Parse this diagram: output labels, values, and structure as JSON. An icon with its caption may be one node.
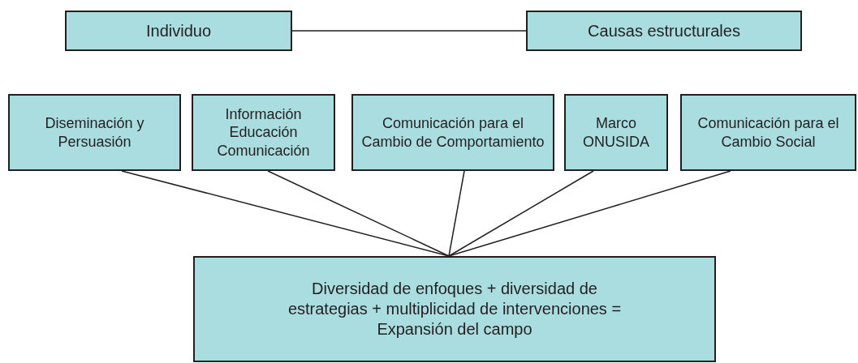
{
  "diagram": {
    "nodes": [
      {
        "text": [
          "Individuo"
        ]
      },
      {
        "text": [
          "Causas estructurales"
        ]
      },
      {
        "text": [
          "Diseminación y Persuasión"
        ]
      },
      {
        "text": [
          "Información Educación Comunicación"
        ]
      },
      {
        "text": [
          "Comunicación para el Cambio de Comportamiento"
        ]
      },
      {
        "text": [
          "Marco ONUSIDA"
        ]
      },
      {
        "text": [
          "Comunicación para el Cambio Social"
        ]
      },
      {
        "text": [
          "Diversidad de enfoques + diversidad de estrategias + multiplicidad de intervenciones = Expansión del campo"
        ]
      }
    ],
    "edges": [
      {
        "from": 0,
        "to": 1,
        "arrow": "none"
      },
      {
        "from": 2,
        "to": 7,
        "arrow": "none"
      },
      {
        "from": 3,
        "to": 7,
        "arrow": "none"
      },
      {
        "from": 4,
        "to": 7,
        "arrow": "none"
      },
      {
        "from": 5,
        "to": 7,
        "arrow": "none"
      },
      {
        "from": 6,
        "to": 7,
        "arrow": "none"
      }
    ]
  }
}
